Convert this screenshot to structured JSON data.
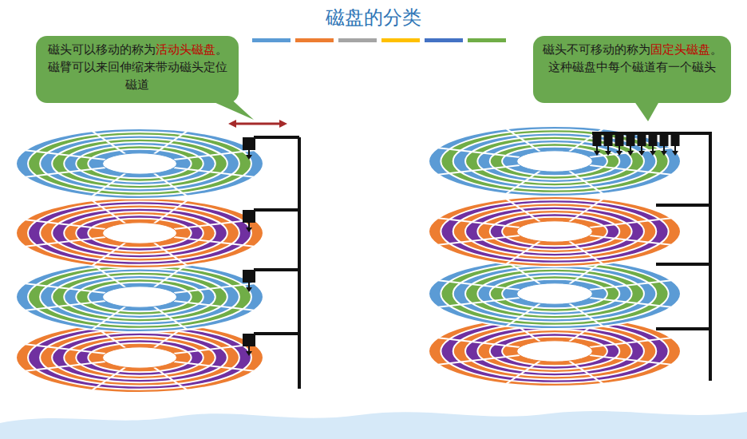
{
  "diagram": {
    "title": "磁盘的分类",
    "nodes": [
      {
        "text": [
          "磁头可以移动的称为",
          "活动头磁盘",
          "。磁臂可以来回伸缩来带动磁头定位磁道"
        ]
      },
      {
        "text": [
          "磁头不可移动的称为",
          "固定头磁盘",
          "。这种磁盘中每个磁道有一个磁头"
        ]
      }
    ]
  }
}
